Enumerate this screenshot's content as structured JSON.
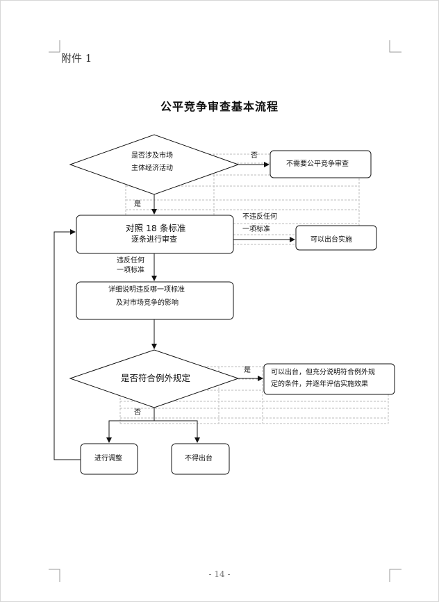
{
  "header": {
    "attachment_label": "附件 1"
  },
  "title": "公平竞争审查基本流程",
  "flow": {
    "d1_line1": "是否涉及市场",
    "d1_line2": "主体经济活动",
    "d1_no": "否",
    "box_no_review": "不需要公平竞争审查",
    "d1_yes": "是",
    "box_check_line1": "对照 18 条标准",
    "box_check_line2": "逐条进行审查",
    "not_violate_line1": "不违反任何",
    "not_violate_line2": "一项标准",
    "box_implement": "可以出台实施",
    "violate_line1": "违反任何",
    "violate_line2": "一项标准",
    "box_explain_line1": "详细说明违反哪一项标准",
    "box_explain_line2": "及对市场竞争的影响",
    "d2_label": "是否符合例外规定",
    "d2_yes": "是",
    "box_exception_line1": "可以出台，但充分说明符合例外规",
    "box_exception_line2": "定的条件，并逐年评估实施效果",
    "d2_no": "否",
    "box_adjust": "进行调整",
    "box_reject": "不得出台"
  },
  "footer": {
    "page_number": "- 14 -"
  }
}
